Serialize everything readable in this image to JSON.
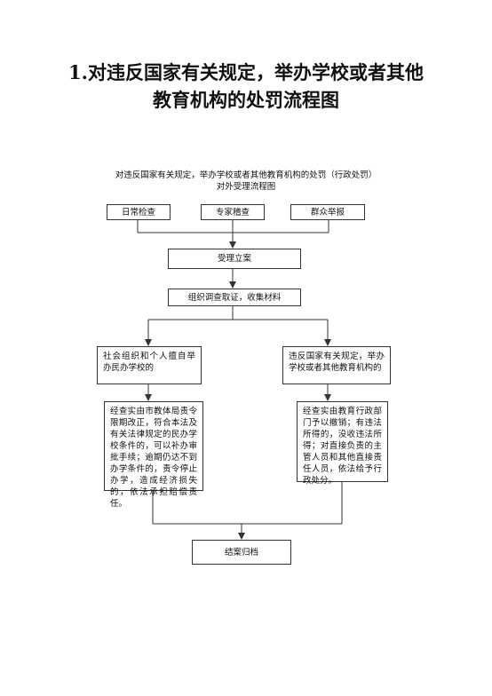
{
  "doc_title": [
    "1.对违反国家有关规定，举办学校或者其他",
    "教育机构的处罚流程图"
  ],
  "chart_title": [
    "对违反国家有关规定，举办学校或者其他教育机构的处罚（行政处罚）",
    "对外受理流程图"
  ],
  "sources": [
    "日常检查",
    "专家稽查",
    "群众举报"
  ],
  "step_accept": "受理立案",
  "step_investigate": "组织调查取证，收集材料",
  "branch_left": "社会组织和个人擅自举办民办学校的",
  "branch_right": "违反国家有关规定，举办学校或者其他教育机构的",
  "action_left": "经查实由市教体局责令限期改正，符合本法及有关法律规定的民办学校条件的，可以补办审批手续；逾期仍达不到办学条件的，责令停止办学，造成经济损失的，依法承担赔偿责任。",
  "action_right": "经查实由教育行政部门予以撤销；有违法所得的，没收违法所得；对直接负责的主管人员和其他直接责任人员，依法给予行政处分。",
  "step_close": "结案归档"
}
